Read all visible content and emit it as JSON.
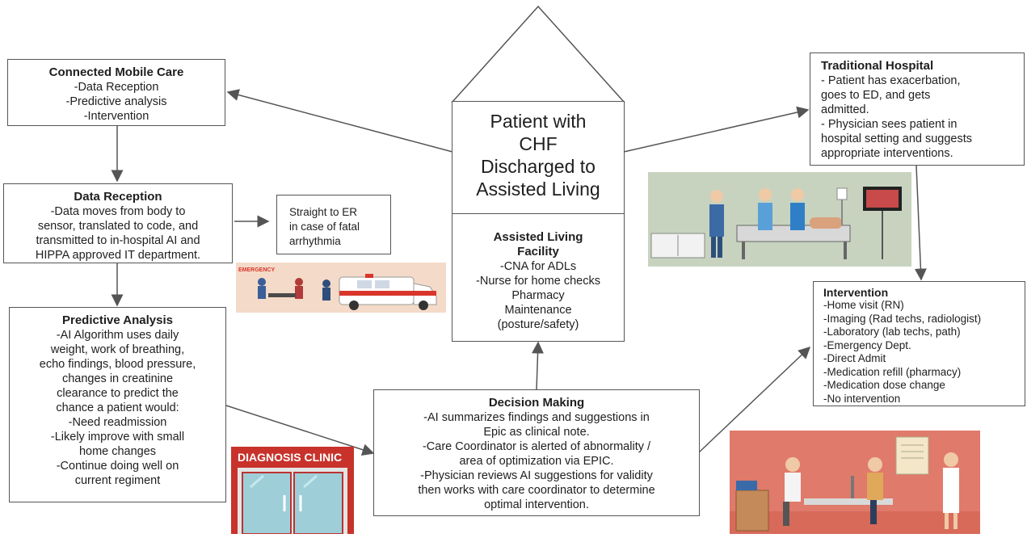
{
  "center": {
    "title_lines": [
      "Patient with",
      "CHF",
      "Discharged to",
      "Assisted Living"
    ],
    "facility_title": [
      "Assisted Living",
      "Facility"
    ],
    "facility_items": [
      "-CNA for ADLs",
      "-Nurse for home checks",
      "Pharmacy",
      "Maintenance",
      "(posture/safety)"
    ]
  },
  "connected_mobile": {
    "title": "Connected Mobile Care",
    "items": [
      "-Data Reception",
      "-Predictive analysis",
      "-Intervention"
    ]
  },
  "data_reception": {
    "title": "Data Reception",
    "lines": [
      "-Data moves from body to",
      "sensor, translated to code, and",
      "transmitted to in-hospital  AI and",
      "HIPPA approved IT department."
    ]
  },
  "straight_to_er": {
    "lines": [
      "Straight to ER",
      "in case of fatal",
      "arrhythmia"
    ]
  },
  "predictive": {
    "title": "Predictive Analysis",
    "lines": [
      "-AI Algorithm uses daily",
      "weight, work of breathing,",
      "echo findings, blood pressure,",
      "changes in creatinine",
      "clearance to predict the",
      "chance a patient would:",
      "-Need readmission",
      "-Likely improve with small",
      "home changes",
      "-Continue doing well on",
      "current regiment"
    ]
  },
  "decision": {
    "title": "Decision Making",
    "lines": [
      "-AI summarizes findings and suggestions in",
      "Epic as clinical note.",
      "-Care Coordinator is alerted of abnormality /",
      "area of optimization via EPIC.",
      "-Physician reviews AI suggestions for validity",
      "then works with care coordinator to determine",
      "optimal intervention."
    ]
  },
  "traditional": {
    "title": "Traditional Hospital",
    "lines": [
      "- Patient has exacerbation,",
      "goes to ED, and gets",
      "admitted.",
      "- Physician sees patient in",
      "hospital setting and suggests",
      "appropriate interventions."
    ]
  },
  "intervention": {
    "title": "Intervention",
    "items": [
      "-Home visit (RN)",
      "-Imaging (Rad techs, radiologist)",
      "-Laboratory (lab techs, path)",
      "-Emergency Dept.",
      "-Direct Admit",
      "-Medication refill (pharmacy)",
      "-Medication dose change",
      "-No intervention"
    ]
  },
  "illustrations": {
    "emergency_label": "EMERGENCY",
    "clinic_label": "DIAGNOSIS CLINIC"
  },
  "colors": {
    "border": "#555555",
    "arrow": "#555555",
    "ambulance_red": "#d9352b",
    "clinic_red": "#c8322b",
    "hospital_bg": "#c7d3bf",
    "office_bg": "#e07a6a"
  }
}
